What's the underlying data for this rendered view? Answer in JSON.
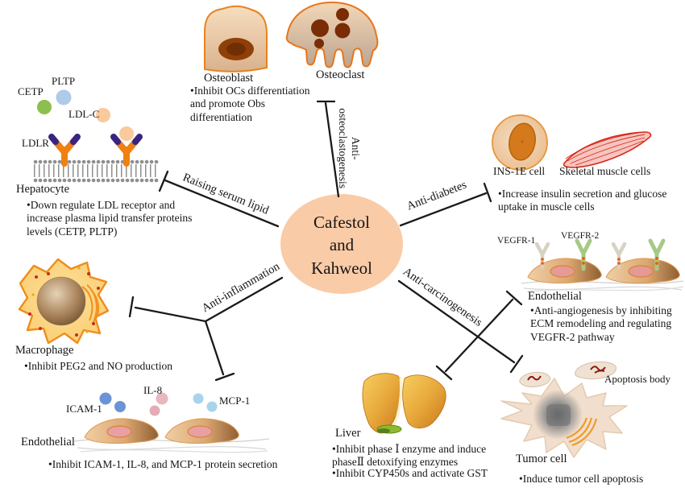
{
  "center_node": {
    "title": "Cafestol\nand\nKahweol"
  },
  "pathways": {
    "raising_serum_lipid": {
      "label": "Raising serum lipid"
    },
    "anti_osteoclastogenesis": {
      "label": "Anti-\nosteoclastogenesis"
    },
    "anti_diabetes": {
      "label": "Anti-diabetes"
    },
    "anti_inflammation": {
      "label": "Anti-inflammation"
    },
    "anti_carcinogenesis": {
      "label": "Anti-carcinogenesis"
    }
  },
  "sections": {
    "hepatocyte": {
      "cetp": "CETP",
      "pltp": "PLTP",
      "ldlc": "LDL-C",
      "ldlr": "LDLR",
      "title": "Hepatocyte",
      "note": "•Down regulate LDL receptor and increase plasma lipid transfer proteins levels (CETP, PLTP)"
    },
    "bone": {
      "osteoblast_label": "Osteoblast",
      "osteoclast_label": "Osteoclast",
      "note": "•Inhibit OCs differentiation and promote Obs differentiation"
    },
    "diabetes": {
      "ins1e_label": "INS-1E cell",
      "muscle_label": "Skeletal muscle cells",
      "note": "•Increase insulin secretion and glucose uptake in muscle cells"
    },
    "angiogenesis": {
      "vegfr1_label": "VEGFR-1",
      "vegfr2_label": "VEGFR-2",
      "title": "Endothelial",
      "note": "•Anti-angiogenesis by inhibiting ECM remodeling and regulating VEGFR-2 pathway"
    },
    "macrophage": {
      "title": "Macrophage",
      "note": "•Inhibit PEG2 and NO production"
    },
    "endothelium": {
      "icam1": "ICAM-1",
      "il8": "IL-8",
      "mcp1": "MCP-1",
      "title": "Endothelial",
      "note": "•Inhibit ICAM-1, IL-8, and MCP-1 protein secretion"
    },
    "liver": {
      "title": "Liver",
      "note1": "•Inhibit phase Ⅰ enzyme and induce phaseⅡ detoxifying enzymes",
      "note2": "•Inhibit CYP450s and activate GST"
    },
    "tumor": {
      "apoptosis_label": "Apoptosis body",
      "title": "Tumor cell",
      "note": "•Induce tumor cell apoptosis"
    }
  },
  "colors": {
    "center_ellipse": "#F9CBA7",
    "line": "#1A1A1A",
    "cetp_dot": "#8CBF4E",
    "pltp_dot": "#AECBE8",
    "ldlc_dot": "#FAC99C",
    "icam1_dot": "#6B93D6",
    "il8_dot": "#E9B7BE",
    "mcp1_dot": "#A9D3EA",
    "vegfr1_receptor": "#D8D2C4",
    "vegfr2_receptor": "#A6C985"
  }
}
